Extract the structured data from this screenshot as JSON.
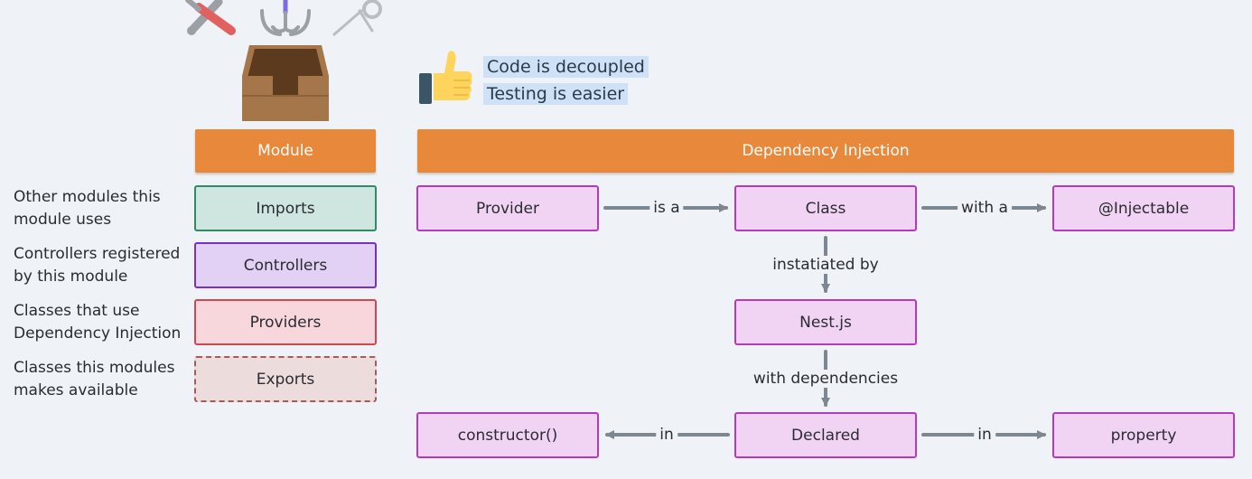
{
  "module": {
    "title": "Module",
    "rows": [
      {
        "label": "Imports",
        "description_line1": "Other modules this",
        "description_line2": "module uses",
        "fill": "#cfe5df",
        "border": "#2e8b66",
        "style": "solid"
      },
      {
        "label": "Controllers",
        "description_line1": "Controllers registered",
        "description_line2": "by this module",
        "fill": "#e2d1f4",
        "border": "#7a2fc6",
        "style": "solid"
      },
      {
        "label": "Providers",
        "description_line1": "Classes that use",
        "description_line2": "Dependency Injection",
        "fill": "#f7d6dc",
        "border": "#cf4655",
        "style": "solid"
      },
      {
        "label": "Exports",
        "description_line1": "Classes this modules",
        "description_line2": "makes available",
        "fill": "#eddcdc",
        "border": "#a35a5a",
        "style": "dashed"
      }
    ]
  },
  "benefits": [
    "Code is decoupled",
    "Testing is easier"
  ],
  "di": {
    "title": "Dependency Injection",
    "nodes": {
      "provider": "Provider",
      "class": "Class",
      "injectable": "@Injectable",
      "nestjs": "Nest.js",
      "declared": "Declared",
      "constructor": "constructor()",
      "property": "property"
    },
    "edges": {
      "is_a": "is a",
      "with_a": "with a",
      "instantiated_by": "instatiated by",
      "with_dependencies": "with dependencies",
      "in_left": "in",
      "in_right": "in"
    }
  },
  "icons": [
    "wrench-screwdriver-icon",
    "anchor-hook-icon",
    "pin-icon",
    "inbox-tray-icon",
    "thumbs-up-icon"
  ],
  "colors": {
    "header_orange": "#e8883a",
    "node_fill": "#f1d3f3",
    "node_border": "#b43ac2",
    "arrow": "#7c8791",
    "highlight": "#cfe1f7"
  }
}
